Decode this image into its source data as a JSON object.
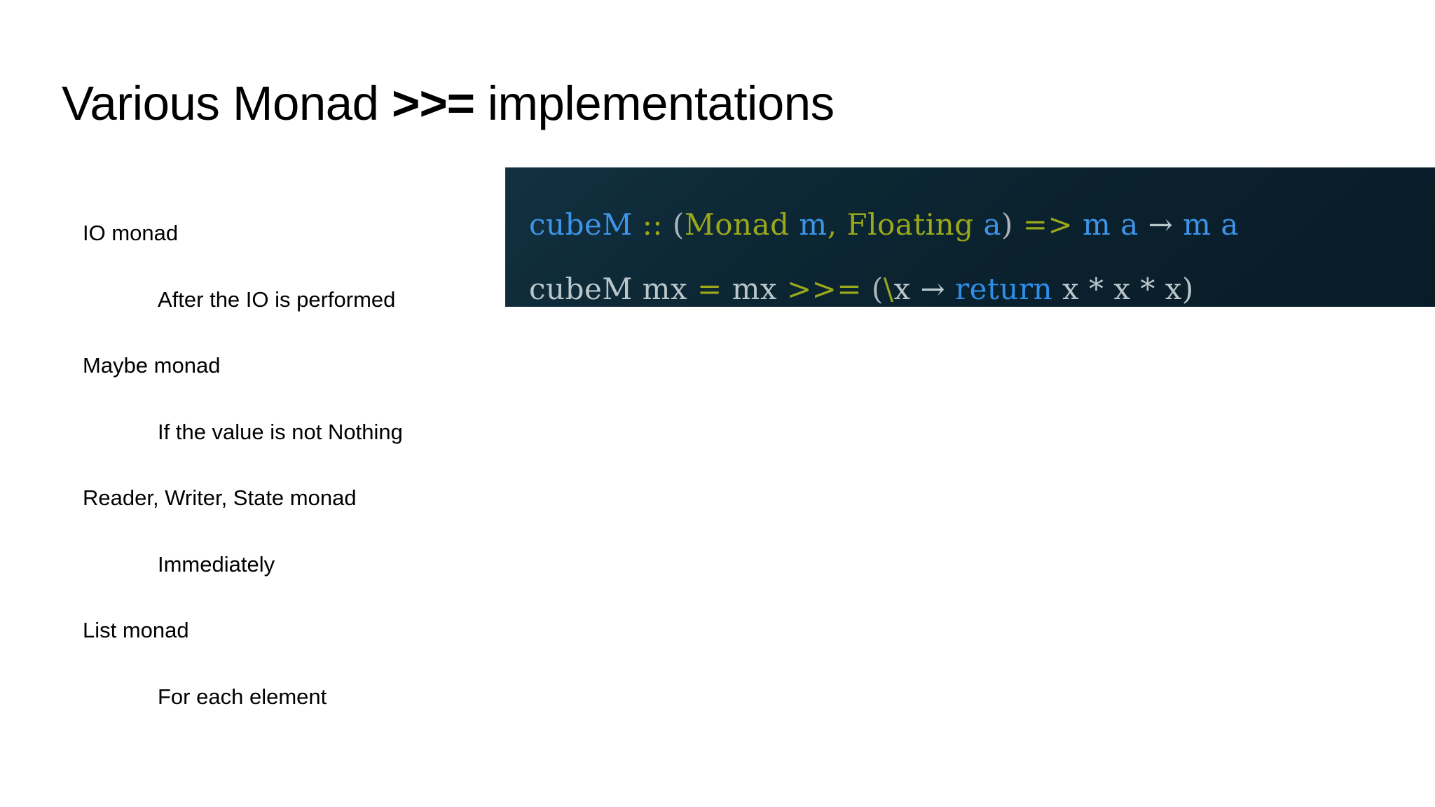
{
  "slide": {
    "background_color": "#ffffff",
    "title": {
      "prefix": "Various Monad ",
      "operator": ">>=",
      "suffix": " implementations",
      "full_text": "Various Monad >>= implementations",
      "color": "#000000"
    },
    "bullets": [
      {
        "level": 1,
        "text": "IO monad"
      },
      {
        "level": 2,
        "text": "After the IO is performed"
      },
      {
        "level": 1,
        "text": "Maybe monad"
      },
      {
        "level": 2,
        "text": "If the value is not Nothing"
      },
      {
        "level": 1,
        "text": "Reader, Writer, State monad"
      },
      {
        "level": 2,
        "text": "Immediately"
      },
      {
        "level": 1,
        "text": "List monad"
      },
      {
        "level": 2,
        "text": "For each element"
      }
    ],
    "code_block": {
      "background_color": "#0c2230",
      "language": "haskell",
      "truncated_right": true,
      "lines": [
        {
          "plain_text": "cubeM :: (Monad m, Floating a) => m a → m a",
          "tokens": [
            {
              "t": "cubeM",
              "c": "ident"
            },
            {
              "t": " ",
              "c": "plain"
            },
            {
              "t": "::",
              "c": "op"
            },
            {
              "t": " ",
              "c": "plain"
            },
            {
              "t": "(",
              "c": "punct"
            },
            {
              "t": "Monad",
              "c": "type"
            },
            {
              "t": " ",
              "c": "plain"
            },
            {
              "t": "m",
              "c": "ident"
            },
            {
              "t": ",",
              "c": "op"
            },
            {
              "t": " ",
              "c": "plain"
            },
            {
              "t": "Floating",
              "c": "type"
            },
            {
              "t": " ",
              "c": "plain"
            },
            {
              "t": "a",
              "c": "ident"
            },
            {
              "t": ")",
              "c": "punct"
            },
            {
              "t": " ",
              "c": "plain"
            },
            {
              "t": "=>",
              "c": "op"
            },
            {
              "t": " ",
              "c": "plain"
            },
            {
              "t": "m",
              "c": "ident"
            },
            {
              "t": " ",
              "c": "plain"
            },
            {
              "t": "a",
              "c": "ident"
            },
            {
              "t": " ",
              "c": "plain"
            },
            {
              "t": "→",
              "c": "arrow"
            },
            {
              "t": " ",
              "c": "plain"
            },
            {
              "t": "m",
              "c": "ident"
            },
            {
              "t": " ",
              "c": "plain"
            },
            {
              "t": "a",
              "c": "ident"
            }
          ]
        },
        {
          "plain_text": "cubeM mx = mx >>= (\\x → return x * x * x)",
          "tokens": [
            {
              "t": "cubeM mx",
              "c": "plain"
            },
            {
              "t": " ",
              "c": "plain"
            },
            {
              "t": "=",
              "c": "op"
            },
            {
              "t": " ",
              "c": "plain"
            },
            {
              "t": "mx",
              "c": "plain"
            },
            {
              "t": " ",
              "c": "plain"
            },
            {
              "t": ">>=",
              "c": "op"
            },
            {
              "t": " ",
              "c": "plain"
            },
            {
              "t": "(",
              "c": "punct"
            },
            {
              "t": "\\",
              "c": "op"
            },
            {
              "t": "x",
              "c": "plain"
            },
            {
              "t": " ",
              "c": "plain"
            },
            {
              "t": "→",
              "c": "arrow"
            },
            {
              "t": " ",
              "c": "plain"
            },
            {
              "t": "return",
              "c": "key"
            },
            {
              "t": " ",
              "c": "plain"
            },
            {
              "t": "x",
              "c": "plain"
            },
            {
              "t": " ",
              "c": "plain"
            },
            {
              "t": "*",
              "c": "plain"
            },
            {
              "t": " ",
              "c": "plain"
            },
            {
              "t": "x",
              "c": "plain"
            },
            {
              "t": " ",
              "c": "plain"
            },
            {
              "t": "*",
              "c": "plain"
            },
            {
              "t": " ",
              "c": "plain"
            },
            {
              "t": "x)",
              "c": "plain"
            }
          ]
        }
      ],
      "colors": {
        "identifier": "#3d94e8",
        "keyword": "#2f8fe8",
        "type": "#9aa81a",
        "operator": "#9aa81a",
        "plain": "#b9c6ca",
        "punctuation": "#aab6ba"
      }
    }
  }
}
